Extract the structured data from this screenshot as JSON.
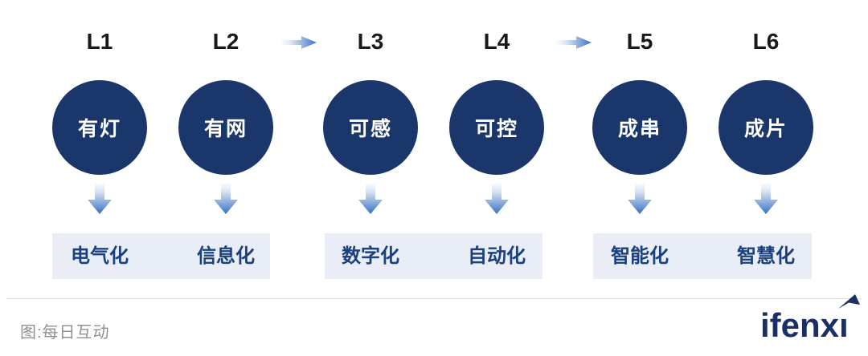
{
  "levels": [
    {
      "level": "L1",
      "circle": "有灯",
      "stage": "电气化"
    },
    {
      "level": "L2",
      "circle": "有网",
      "stage": "信息化"
    },
    {
      "level": "L3",
      "circle": "可感",
      "stage": "数字化"
    },
    {
      "level": "L4",
      "circle": "可控",
      "stage": "自动化"
    },
    {
      "level": "L5",
      "circle": "成串",
      "stage": "智能化"
    },
    {
      "level": "L6",
      "circle": "成片",
      "stage": "智慧化"
    }
  ],
  "footer": {
    "caption": "图:每日互动",
    "logo_prefix": "ifenx",
    "logo_i": "ı"
  },
  "colors": {
    "circle_navy": "#1a366b",
    "arrow_blue": "#3a70c4",
    "group_box_bg": "#e9edf5",
    "stage_text_navy": "#1a4080",
    "level_text": "#1a1a1a",
    "caption_gray": "#909090",
    "logo_navy": "#1b2f66"
  }
}
